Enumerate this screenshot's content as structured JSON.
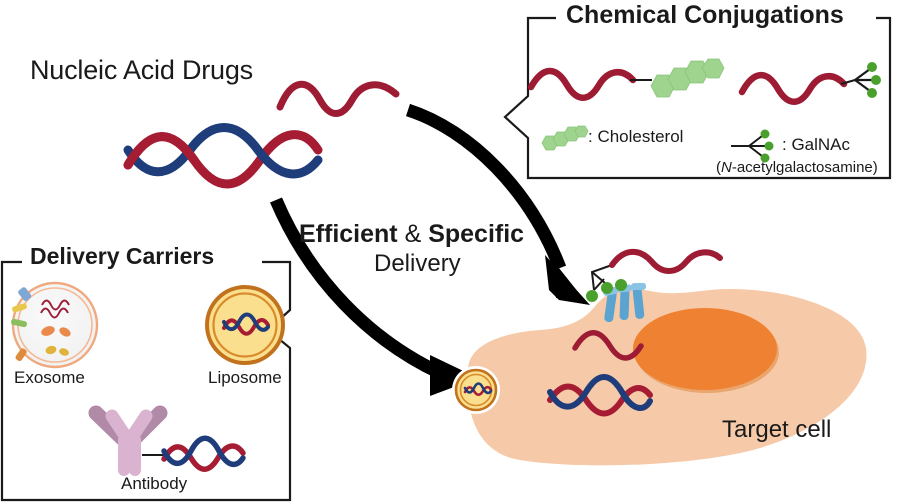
{
  "figure": {
    "title_main": "Nucleic Acid Drugs",
    "center_emphasis": "Efficient",
    "center_amp": " & ",
    "center_emphasis2": "Specific",
    "center_sub": "Delivery",
    "target_cell_label": "Target cell"
  },
  "chemical_conjugations": {
    "panel_title": "Chemical Conjugations",
    "legend": [
      {
        "key": "cholesterol",
        "label": ": Cholesterol",
        "color": "#9ed48e"
      },
      {
        "key": "galnac",
        "label": ": GalNAc",
        "sublabel_italic": "N",
        "sublabel_rest": "-acetylgalactosamine)",
        "sublabel_open": "(",
        "color": "#4aa02c"
      }
    ],
    "galnac_sub_full": "(N-acetylgalactosamine)"
  },
  "delivery_carriers": {
    "panel_title": "Delivery Carriers",
    "items": [
      {
        "key": "exosome",
        "label": "Exosome"
      },
      {
        "key": "liposome",
        "label": "Liposome"
      },
      {
        "key": "antibody",
        "label": "Antibody"
      }
    ]
  },
  "colors": {
    "rna_red": "#9e1b34",
    "dna_red": "#a61c33",
    "dna_blue": "#1f3d7a",
    "cell_body": "#f6caa8",
    "nucleus": "#ef8132",
    "liposome_outer": "#c2711d",
    "liposome_fill": "#fadf8e",
    "exosome_ring": "#f0a97f",
    "exosome_fill": "#f4f4f4",
    "antibody_light": "#d9b3cf",
    "antibody_dark": "#b08aa6",
    "cholesterol_green": "#9ed48e",
    "galnac_green": "#4aa02c",
    "receptor_blue": "#5ba3d0",
    "arrow_black": "#000000",
    "panel_border": "#1a1a1a"
  }
}
